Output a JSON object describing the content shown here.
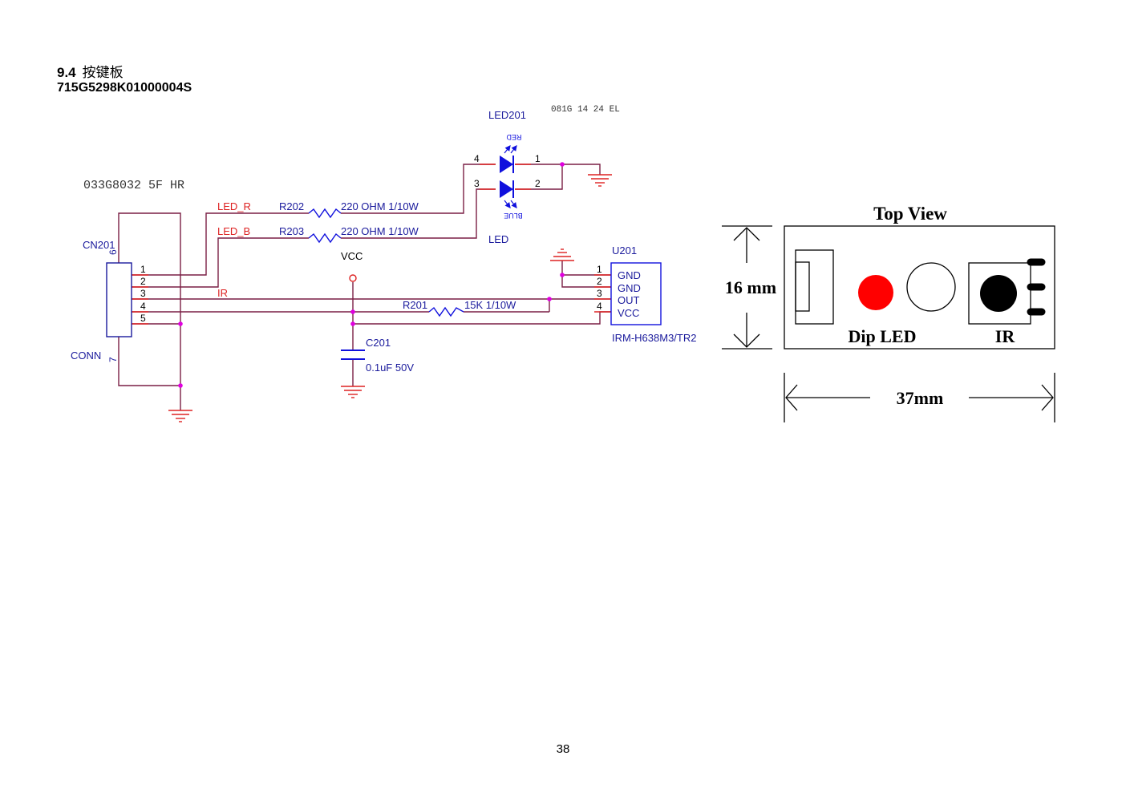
{
  "heading": {
    "section_number": "9.4",
    "section_title": "按键板",
    "part_number": "715G5298K01000004S"
  },
  "schematic": {
    "board_code": "033G8032 5F HR",
    "led_code": "081G  14 24 EL",
    "connector": {
      "ref": "CN201",
      "name": "CONN",
      "pins": [
        "1",
        "2",
        "3",
        "4",
        "5"
      ],
      "mount_pins": [
        "6",
        "7"
      ]
    },
    "nets": {
      "led_r": "LED_R",
      "led_b": "LED_B",
      "ir": "IR",
      "vcc": "VCC"
    },
    "resistors": [
      {
        "ref": "R202",
        "value": "220 OHM 1/10W"
      },
      {
        "ref": "R203",
        "value": "220 OHM 1/10W"
      },
      {
        "ref": "R201",
        "value": "15K 1/10W"
      }
    ],
    "capacitor": {
      "ref": "C201",
      "value": "0.1uF 50V"
    },
    "led": {
      "ref": "LED201",
      "name": "LED",
      "red_label": "RED",
      "blue_label": "BLUE",
      "pins": [
        "4",
        "1",
        "3",
        "2"
      ]
    },
    "ir_receiver": {
      "ref": "U201",
      "part": "IRM-H638M3/TR2",
      "pins": [
        {
          "num": "1",
          "name": "GND"
        },
        {
          "num": "2",
          "name": "GND"
        },
        {
          "num": "3",
          "name": "OUT"
        },
        {
          "num": "4",
          "name": "VCC"
        }
      ]
    }
  },
  "top_view": {
    "title": "Top View",
    "height_label": "16 mm",
    "width_label": "37mm",
    "dip_led_label": "Dip LED",
    "ir_label": "IR"
  },
  "colors": {
    "wire": "#7a1f45",
    "net_label": "#dd2222",
    "part_text": "#1a1a9c",
    "junction": "#e000e0",
    "led_body": "#1010dd",
    "red_led": "#ff0000",
    "ir_body": "#000000"
  },
  "page_number": "38"
}
